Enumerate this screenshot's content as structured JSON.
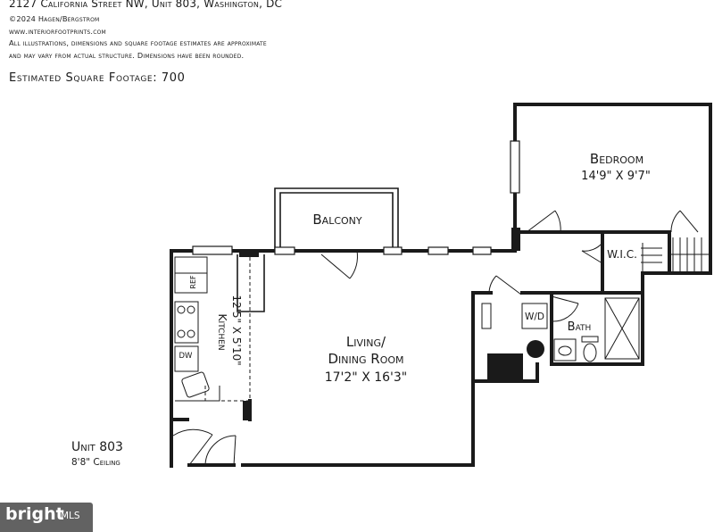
{
  "header": {
    "address": "2127 California Street NW, Unit 803, Washington, DC",
    "copyright": "©2024 Hagen/Bergstrom",
    "website": "www.interiorfootprints.com",
    "disclaimer_1": "All illustrations, dimensions and square footage estimates are approximate",
    "disclaimer_2": "and may vary from actual structure. Dimensions have been rounded.",
    "square_footage": "Estimated Square Footage: 700"
  },
  "rooms": {
    "bedroom": {
      "name": "Bedroom",
      "dims": "14'9\" X 9'7\""
    },
    "balcony": {
      "name": "Balcony"
    },
    "living": {
      "name_1": "Living/",
      "name_2": "Dining Room",
      "dims": "17'2\" X 16'3\""
    },
    "kitchen": {
      "name": "Kitchen",
      "dims": "12'5\" X 5'10\""
    },
    "wic": {
      "name": "W.I.C."
    },
    "bath": {
      "name": "Bath"
    },
    "wd": {
      "name": "W/D"
    },
    "ref": {
      "name": "REF"
    },
    "dw": {
      "name": "DW"
    }
  },
  "unit": {
    "name": "Unit 803",
    "ceiling": "8'8\" Ceiling"
  },
  "watermark": {
    "brand": "bright",
    "suffix": "MLS"
  }
}
